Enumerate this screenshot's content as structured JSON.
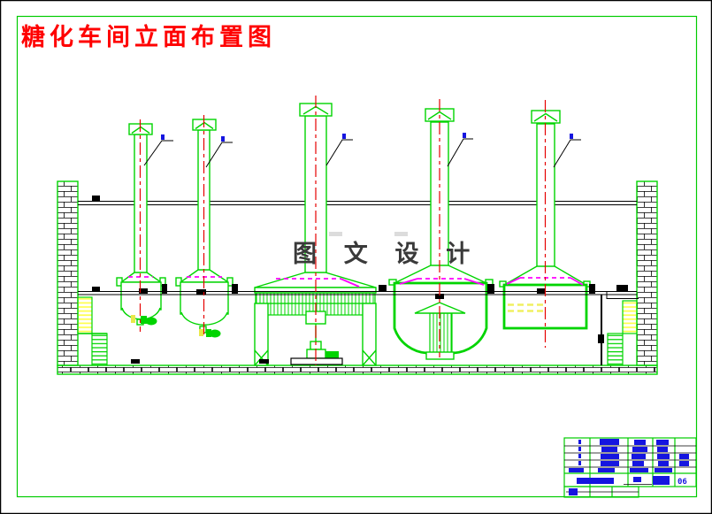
{
  "drawing": {
    "title": "糖化车间立面布置图",
    "title_color": "#ff0000",
    "watermark": "图 文 设 计",
    "watermark_color": "#3a3a3a"
  },
  "title_block": {
    "sheet_no": "06"
  },
  "colors": {
    "line_green": "#00d400",
    "grid_green": "#00cc00",
    "centerline_red": "#e60000",
    "title_red": "#ff0000",
    "magenta": "#ff00ff",
    "yellow": "#ffff4d",
    "redaction_blue": "#1515e0",
    "black": "#000000",
    "paper": "#ffffff"
  }
}
